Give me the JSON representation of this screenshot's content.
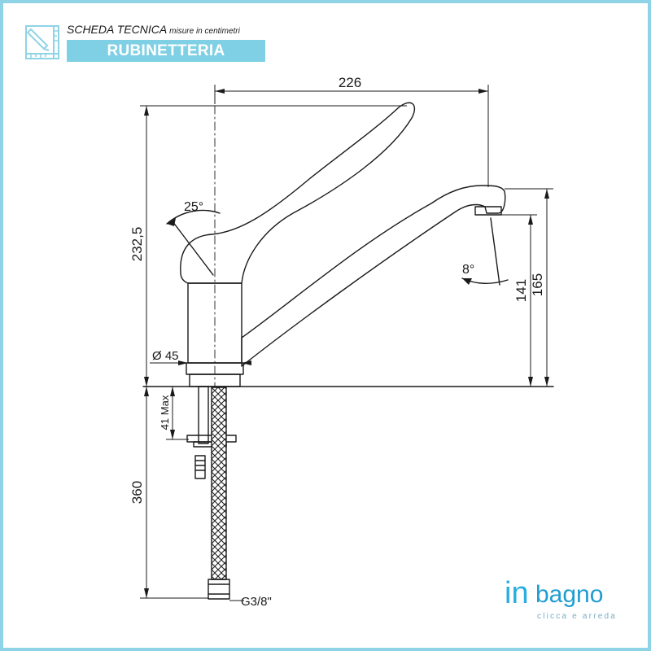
{
  "header": {
    "title": "SCHEDA TECNICA",
    "subtitle": "misure in centimetri",
    "category": "RUBINETTERIA",
    "icon": "ruler-pencil-icon"
  },
  "dimensions": {
    "width_total": "226",
    "height_total": "232,5",
    "handle_angle": "25°",
    "spout_angle": "8°",
    "spout_height_141": "141",
    "spout_height_165": "165",
    "body_diameter": "Ø 45",
    "counter_thickness": "41 Max",
    "hose_length": "360",
    "hose_thread": "G3/8\""
  },
  "brand": {
    "name_in": "in",
    "name_bagno": "bagno",
    "tagline": "clicca e arreda"
  },
  "colors": {
    "frame": "#8fd3e6",
    "banner": "#7fd0e4",
    "line": "#1a1a1a",
    "brand": "#29aee0"
  }
}
